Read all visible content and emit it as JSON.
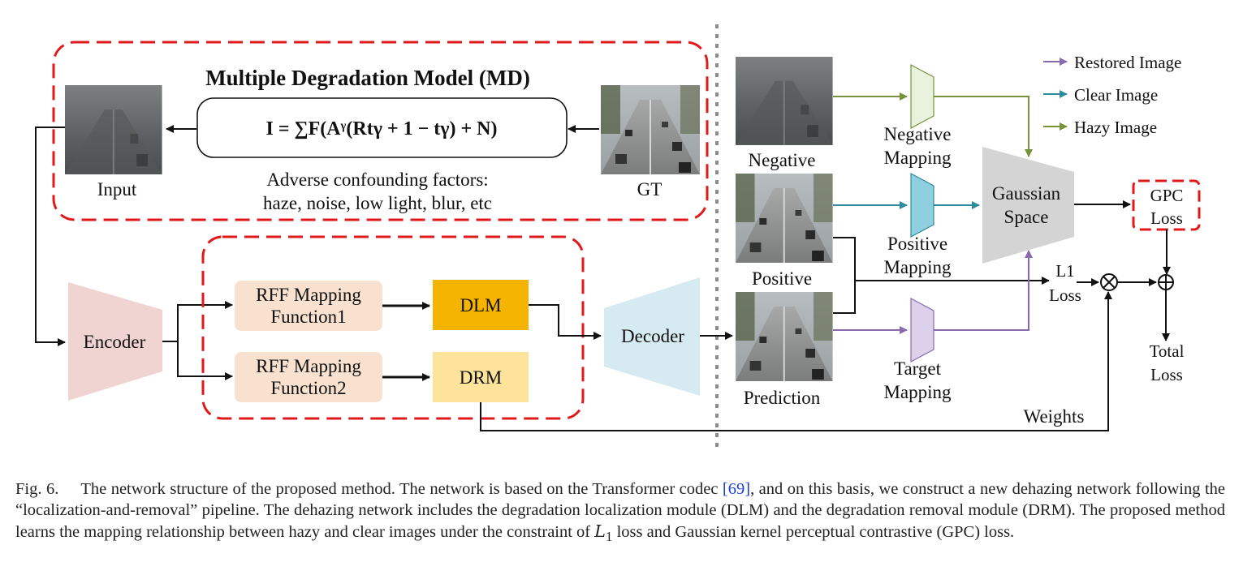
{
  "md_box": {
    "title": "Multiple Degradation Model (MD)",
    "formula": "I = ∑F(Aᵞ(Rtγ + 1 − tγ) + N)",
    "factors_line1": "Adverse confounding factors:",
    "factors_line2": "haze, noise, low light, blur, etc",
    "input_label": "Input",
    "gt_label": "GT"
  },
  "encoder_label": "Encoder",
  "decoder_label": "Decoder",
  "rff1": [
    "RFF Mapping",
    "Function1"
  ],
  "rff2": [
    "RFF Mapping",
    "Function2"
  ],
  "dlm_label": "DLM",
  "drm_label": "DRM",
  "images": {
    "negative": "Negative",
    "positive": "Positive",
    "prediction": "Prediction"
  },
  "mappings": {
    "negative": [
      "Negative",
      "Mapping"
    ],
    "positive": [
      "Positive",
      "Mapping"
    ],
    "target": [
      "Target",
      "Mapping"
    ]
  },
  "gaussian": [
    "Gaussian",
    "Space"
  ],
  "gpc": [
    "GPC",
    "Loss"
  ],
  "l1": [
    "L1",
    "Loss"
  ],
  "total": [
    "Total",
    "Loss"
  ],
  "weights_label": "Weights",
  "legend": [
    {
      "label": "Restored Image",
      "color": "#8a6aad"
    },
    {
      "label": "Clear Image",
      "color": "#2e8a9e"
    },
    {
      "label": "Hazy Image",
      "color": "#76923c"
    }
  ],
  "colors": {
    "red_dash": "#e01a1a",
    "encoder": "#efd4d1",
    "decoder": "#d6ebf1",
    "rff": "#f9e1cf",
    "dlm": "#f5b400",
    "drm": "#fde49a",
    "gaussian": "#d4d4d4",
    "neg_map": "#eaf1dd",
    "pos_map": "#8fcfdf",
    "tgt_map": "#dcd1ea"
  },
  "caption": {
    "fig": "Fig. 6.",
    "part1": "The network structure of the proposed method. The network is based on the Transformer codec ",
    "ref": "[69]",
    "part2": ", and on this basis, we construct a new dehazing network following the “localization-and-removal” pipeline. The dehazing network includes the degradation localization module (DLM) and the degradation removal module (DRM). The proposed method learns the mapping relationship between hazy and clear images under the constraint of ",
    "l1": "L",
    "l1_sub": "1",
    "part3": " loss and Gaussian kernel perceptual contrastive (GPC) loss."
  }
}
